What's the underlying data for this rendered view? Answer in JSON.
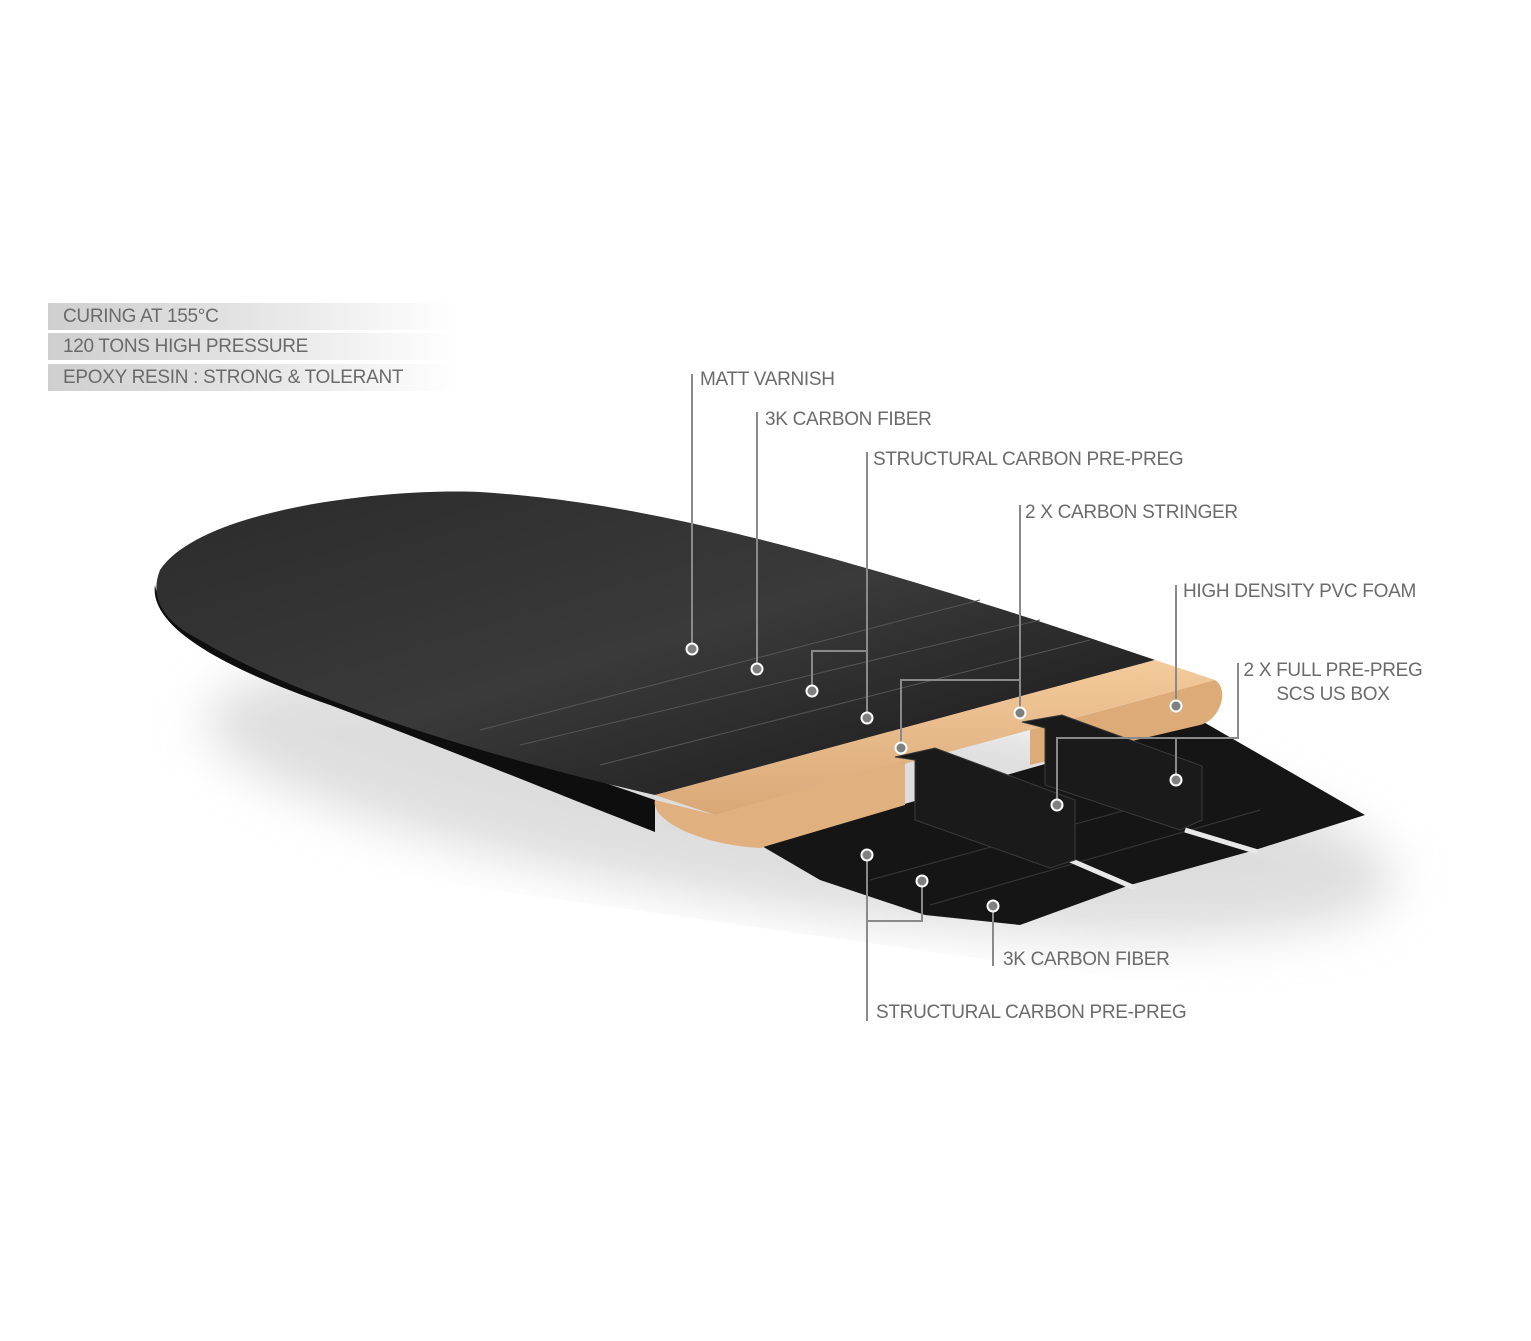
{
  "features": [
    "CURING AT 155°C",
    "120 TONS HIGH PRESSURE",
    "EPOXY RESIN : STRONG & TOLERANT"
  ],
  "labels": {
    "matt_varnish": "MATT VARNISH",
    "carbon_3k_top": "3K CARBON FIBER",
    "structural_top": "STRUCTURAL CARBON PRE-PREG",
    "stringer": "2 X CARBON STRINGER",
    "pvc_foam": "HIGH DENSITY PVC FOAM",
    "scs_box_line1": "2 X FULL PRE-PREG",
    "scs_box_line2": "SCS US BOX",
    "carbon_3k_bottom": "3K CARBON FIBER",
    "structural_bottom": "STRUCTURAL CARBON PRE-PREG"
  },
  "colors": {
    "carbon": "#1c1c1c",
    "foam": "#e9bd8c",
    "leader": "#8a8a8a",
    "text": "#6b6b6b"
  }
}
